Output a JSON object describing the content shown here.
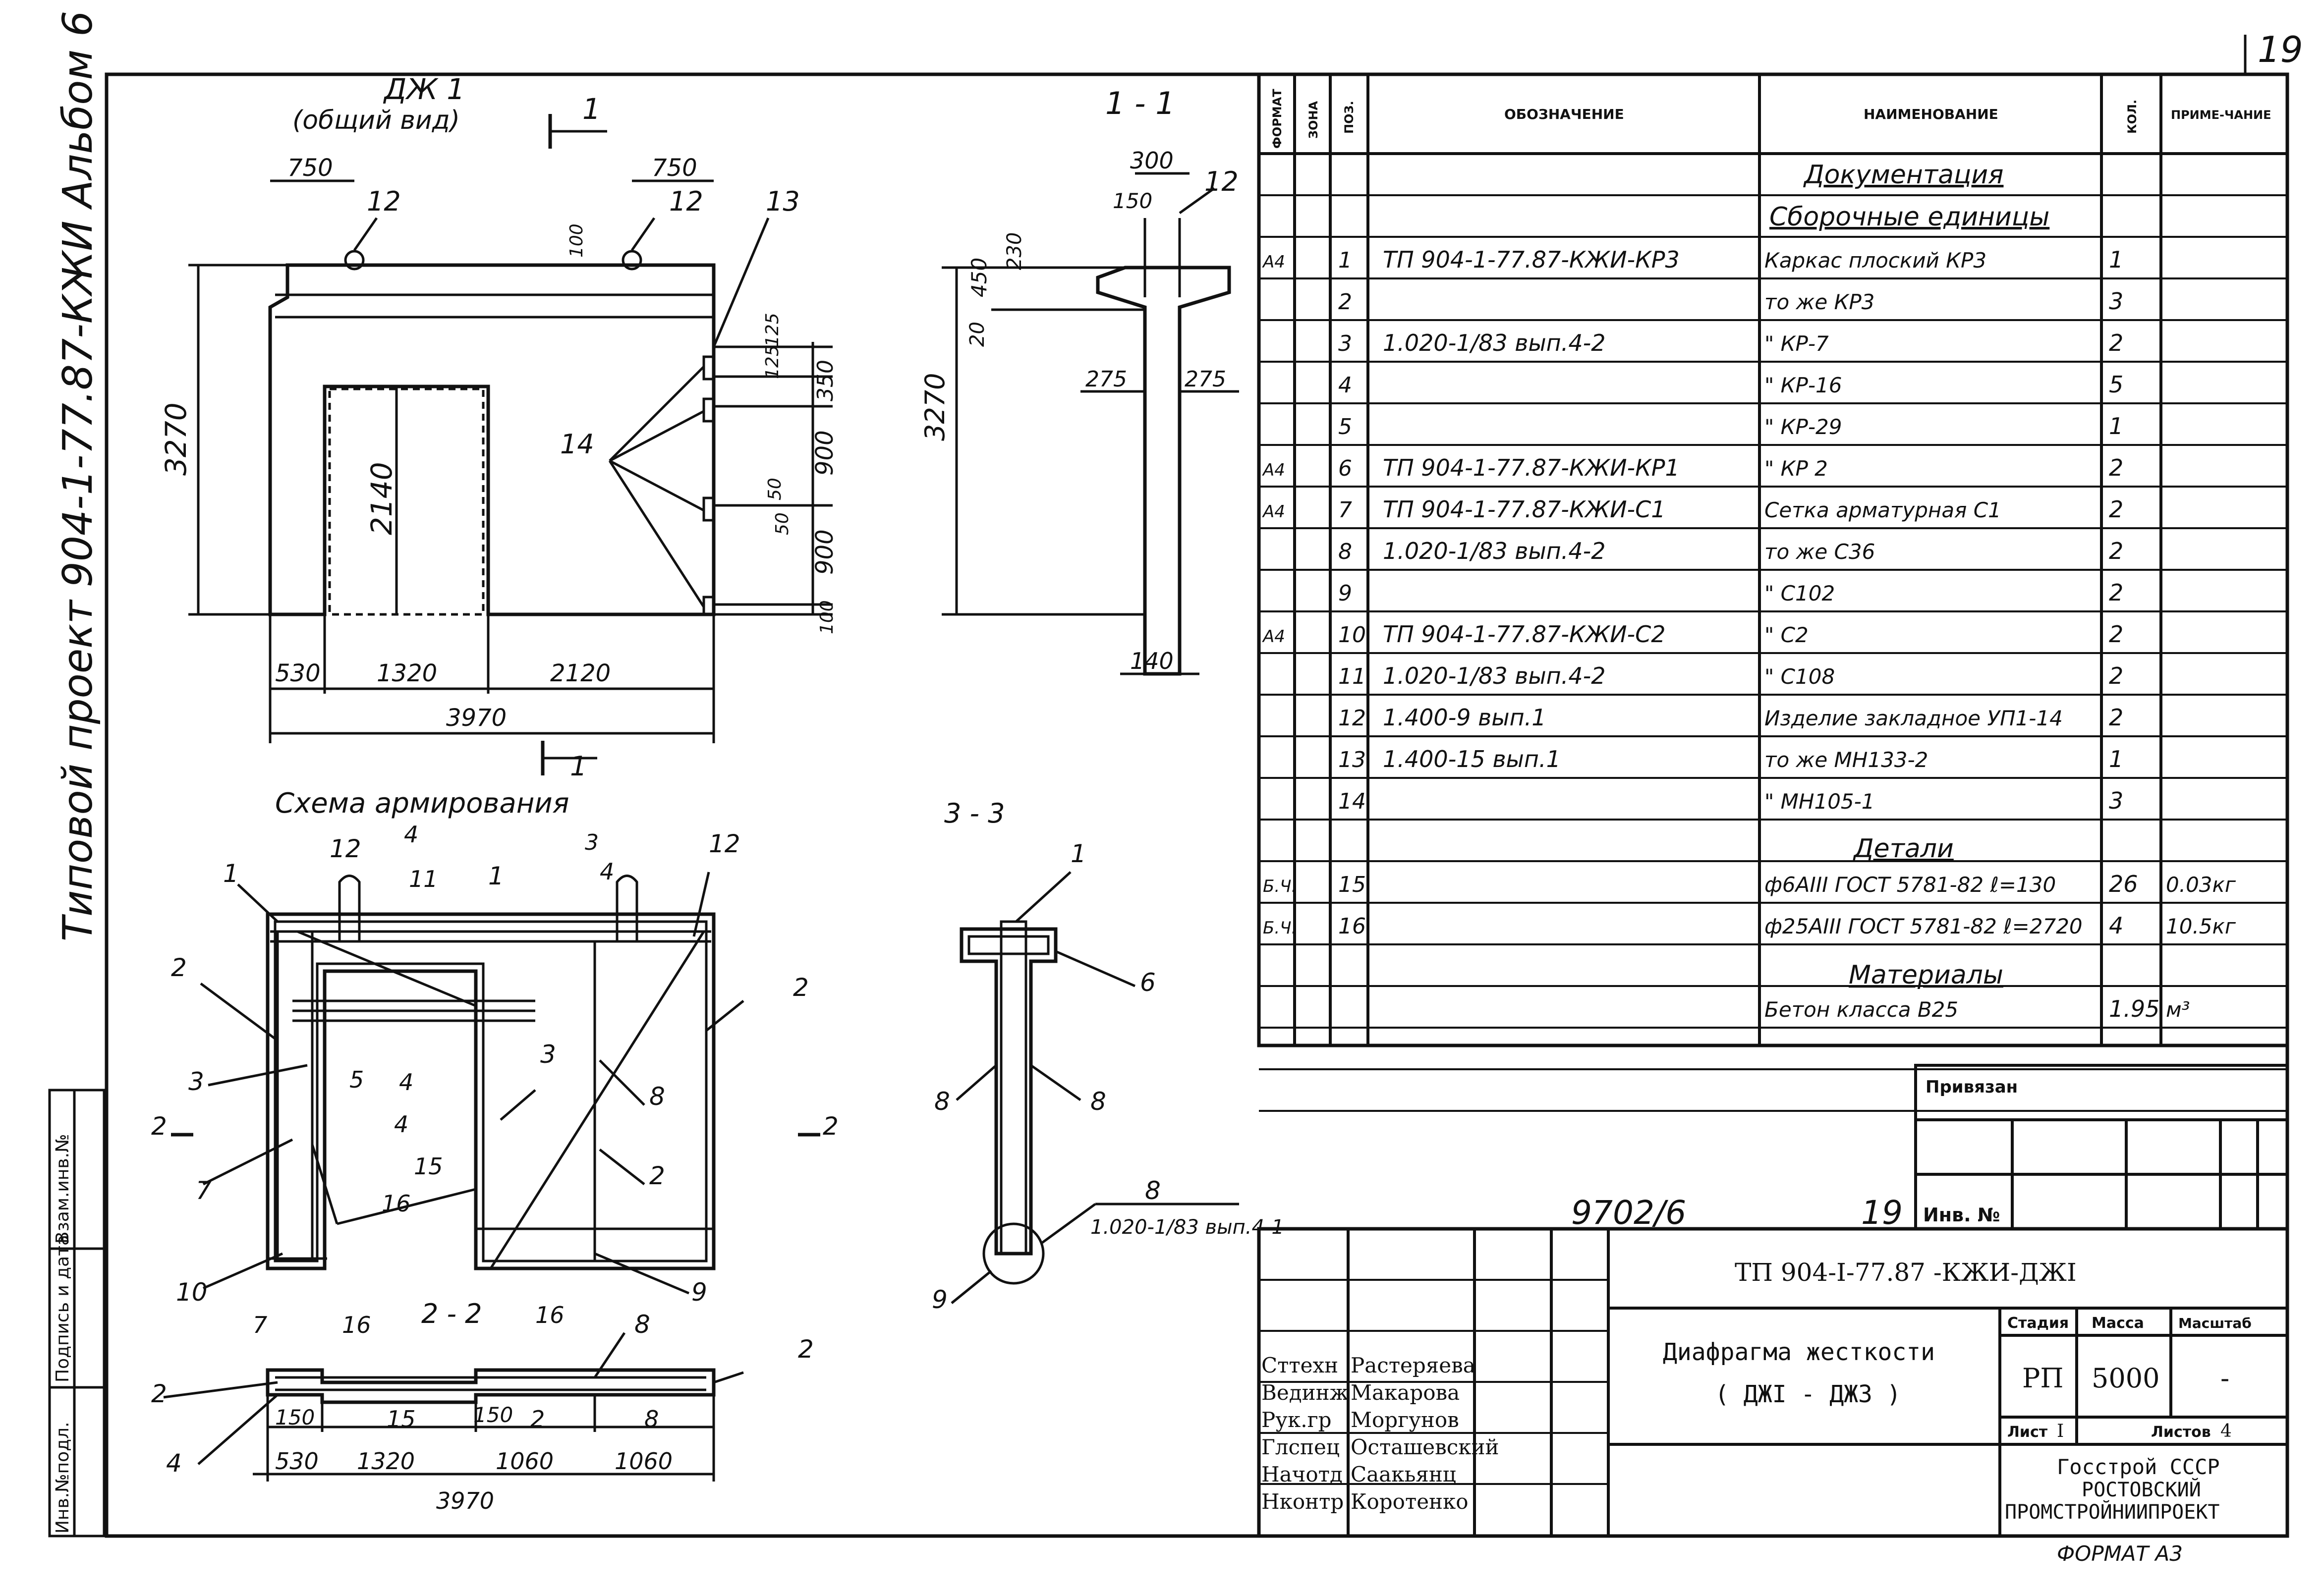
{
  "page": {
    "number": "19",
    "side_title": "Типовой проект 904-1-77.87-КЖИ Альбом 6",
    "format": "ФОРМАТ А3"
  },
  "left_stamp": [
    "Инв.№подл.",
    "Подпись и дата",
    "Взам.инв.№"
  ],
  "views": {
    "general": {
      "title": "ДЖ 1",
      "subtitle": "(общий вид)",
      "section_mark": "1",
      "dims": {
        "top_left": "750",
        "top_right": "750",
        "top_small": "100",
        "height_total": "3270",
        "door_height": "2140",
        "right_125a": "125",
        "right_125b": "125",
        "right_350": "350",
        "right_900a": "900",
        "right_900b": "900",
        "right_50a": "50",
        "right_50b": "50",
        "right_100": "100",
        "bottom_530": "530",
        "bottom_1320": "1320",
        "bottom_2120": "2120",
        "bottom_total": "3970"
      },
      "callouts": {
        "c12a": "12",
        "c12b": "12",
        "c13": "13",
        "c14": "14"
      }
    },
    "section_1_1": {
      "title": "1 - 1",
      "dims": {
        "d300": "300",
        "d150": "150",
        "d450": "450",
        "d230": "230",
        "d20": "20",
        "d275a": "275",
        "d275b": "275",
        "d3270": "3270",
        "d140": "140"
      },
      "callout": "12"
    },
    "reinforcement": {
      "title": "Схема армирования",
      "labels": {
        "l1a": "1",
        "l12a": "12",
        "l4a": "4",
        "l11": "11",
        "l1b": "1",
        "l3": "3",
        "l4b": "4",
        "l12b": "12",
        "l2a": "2",
        "l2b": "2",
        "l3a": "3",
        "l3b": "3",
        "l5": "5",
        "l4c": "4",
        "l4d": "4",
        "l8a": "8",
        "l2c": "2",
        "l2d": "2",
        "l2e": "2",
        "l7": "7",
        "l15": "15",
        "l16": "16",
        "l10": "10",
        "l9": "9"
      }
    },
    "section_2_2": {
      "title": "2 - 2",
      "labels": {
        "l7": "7",
        "l16a": "16",
        "l16b": "16",
        "l8a": "8",
        "l2a": "2",
        "l2b": "2",
        "l4": "4",
        "l15": "15",
        "l2c": "2",
        "l8b": "8"
      },
      "dims": {
        "d150a": "150",
        "d150b": "150",
        "d530": "530",
        "d1320": "1320",
        "d1060a": "1060",
        "d1060b": "1060",
        "d3970": "3970"
      }
    },
    "section_3_3": {
      "title": "3 - 3",
      "labels": {
        "l1": "1",
        "l6": "6",
        "l8a": "8",
        "l8b": "8",
        "l8c": "8",
        "l9": "9"
      },
      "note": "1.020-1/83 вып.4-1"
    }
  },
  "spec_table": {
    "headers": [
      "ФОРМАТ",
      "ЗОНА",
      "ПОЗ.",
      "ОБОЗНАЧЕНИЕ",
      "НАИМЕНОВАНИЕ",
      "КОЛ.",
      "ПРИМЕ-ЧАНИЕ"
    ],
    "sections": {
      "documentation": "Документация",
      "assemblies": "Сборочные единицы",
      "details": "Детали",
      "materials": "Материалы"
    },
    "rows": [
      {
        "fmt": "А4",
        "pos": "1",
        "code": "ТП 904-1-77.87-КЖИ-КР3",
        "name": "Каркас плоский КР3",
        "qty": "1",
        "note": ""
      },
      {
        "fmt": "",
        "pos": "2",
        "code": "",
        "name": "то же  КР3",
        "qty": "3",
        "note": ""
      },
      {
        "fmt": "",
        "pos": "3",
        "code": "1.020-1/83 вып.4-2",
        "name": "\"  КР-7",
        "qty": "2",
        "note": ""
      },
      {
        "fmt": "",
        "pos": "4",
        "code": "",
        "name": "\"  КР-16",
        "qty": "5",
        "note": ""
      },
      {
        "fmt": "",
        "pos": "5",
        "code": "",
        "name": "\"  КР-29",
        "qty": "1",
        "note": ""
      },
      {
        "fmt": "А4",
        "pos": "6",
        "code": "ТП 904-1-77.87-КЖИ-КР1",
        "name": "\"  КР 2",
        "qty": "2",
        "note": ""
      },
      {
        "fmt": "А4",
        "pos": "7",
        "code": "ТП 904-1-77.87-КЖИ-С1",
        "name": "Сетка арматурная С1",
        "qty": "2",
        "note": ""
      },
      {
        "fmt": "",
        "pos": "8",
        "code": "1.020-1/83 вып.4-2",
        "name": "то же  С36",
        "qty": "2",
        "note": ""
      },
      {
        "fmt": "",
        "pos": "9",
        "code": "",
        "name": "\"  С102",
        "qty": "2",
        "note": ""
      },
      {
        "fmt": "А4",
        "pos": "10",
        "code": "ТП 904-1-77.87-КЖИ-С2",
        "name": "\"  С2",
        "qty": "2",
        "note": ""
      },
      {
        "fmt": "",
        "pos": "11",
        "code": "1.020-1/83 вып.4-2",
        "name": "\"  С108",
        "qty": "2",
        "note": ""
      },
      {
        "fmt": "",
        "pos": "12",
        "code": "1.400-9 вып.1",
        "name": "Изделие закладное УП1-14",
        "qty": "2",
        "note": ""
      },
      {
        "fmt": "",
        "pos": "13",
        "code": "1.400-15 вып.1",
        "name": "то же  МН133-2",
        "qty": "1",
        "note": ""
      },
      {
        "fmt": "",
        "pos": "14",
        "code": "",
        "name": "\"  МН105-1",
        "qty": "3",
        "note": ""
      },
      {
        "fmt": "Б.Ч.",
        "pos": "15",
        "code": "",
        "name": "ф6АIII ГОСТ 5781-82 ℓ=130",
        "qty": "26",
        "note": "0.03кг"
      },
      {
        "fmt": "Б.Ч.",
        "pos": "16",
        "code": "",
        "name": "ф25АIII ГОСТ 5781-82 ℓ=2720",
        "qty": "4",
        "note": "10.5кг"
      },
      {
        "fmt": "",
        "pos": "",
        "code": "",
        "name": "Бетон класса В25",
        "qty": "1.95",
        "note": "м³"
      }
    ]
  },
  "title_block": {
    "bound_label": "Привязан",
    "inv_label": "Инв. №",
    "sheet_code_hand": "9702/6",
    "sheet_num_hand": "19",
    "project_code": "ТП 904-I-77.87    -КЖИ-ДЖI",
    "drawing_title_1": "Диафрагма жесткости",
    "drawing_title_2": "( ДЖI - ДЖ3 )",
    "stage_label": "Стадия",
    "mass_label": "Масса",
    "scale_label": "Масштаб",
    "stage": "РП",
    "mass": "5000",
    "scale": "-",
    "sheet_label": "Лист",
    "sheet": "I",
    "sheets_label": "Листов",
    "sheets": "4",
    "org_1": "Госстрой СССР",
    "org_2": "РОСТОВСКИЙ",
    "org_3": "ПРОМСТРОЙНИИПРОЕКТ",
    "people": [
      {
        "role": "Сттехн",
        "name": "Растеряева"
      },
      {
        "role": "Вединж",
        "name": "Макарова"
      },
      {
        "role": "Рук.гр",
        "name": "Моргунов"
      },
      {
        "role": "Глспец",
        "name": "Осташевский"
      },
      {
        "role": "Начотд",
        "name": "Саакьянц"
      },
      {
        "role": "Нконтр",
        "name": "Коротенко"
      }
    ]
  }
}
